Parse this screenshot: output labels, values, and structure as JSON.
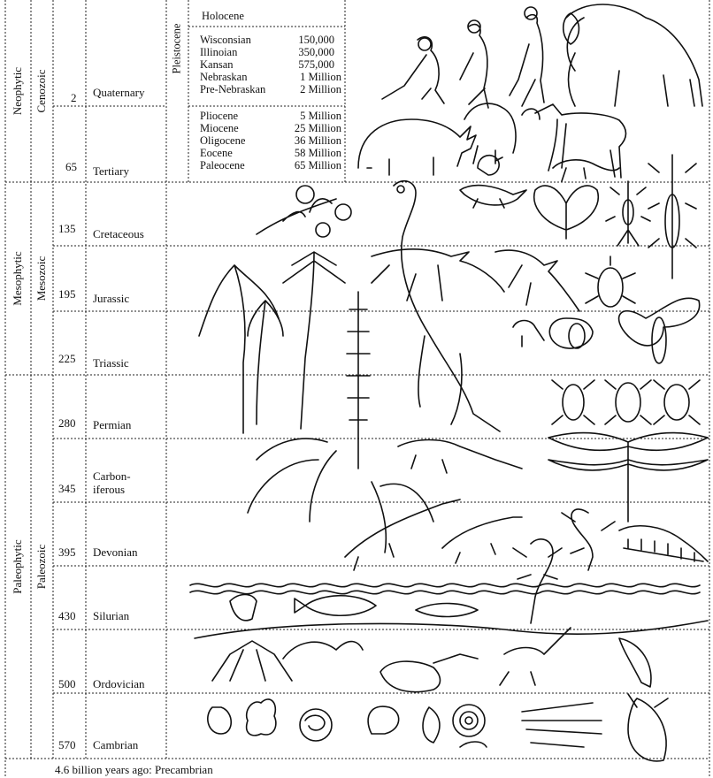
{
  "eons": [
    {
      "name": "Neophytic"
    },
    {
      "name": "Mesophytic"
    },
    {
      "name": "Paleophytic"
    }
  ],
  "eras": [
    {
      "name": "Cenozoic"
    },
    {
      "name": "Mesozoic"
    },
    {
      "name": "Paleozoic"
    }
  ],
  "periods": [
    {
      "mya": "2",
      "name": "Quaternary"
    },
    {
      "mya": "65",
      "name": "Tertiary"
    },
    {
      "mya": "135",
      "name": "Cretaceous"
    },
    {
      "mya": "195",
      "name": "Jurassic"
    },
    {
      "mya": "225",
      "name": "Triassic"
    },
    {
      "mya": "280",
      "name": "Permian"
    },
    {
      "mya": "345",
      "name": "Carbon-\niferous"
    },
    {
      "mya": "395",
      "name": "Devonian"
    },
    {
      "mya": "430",
      "name": "Silurian"
    },
    {
      "mya": "500",
      "name": "Ordovician"
    },
    {
      "mya": "570",
      "name": "Cambrian"
    }
  ],
  "holocene": "Holocene",
  "pleistocene": {
    "label": "Pleistocene",
    "stages": [
      {
        "name": "Wisconsian",
        "age": "150,000"
      },
      {
        "name": "Illinoian",
        "age": "350,000"
      },
      {
        "name": "Kansan",
        "age": "575,000"
      },
      {
        "name": "Nebraskan",
        "age": "1 Million"
      },
      {
        "name": "Pre-Nebraskan",
        "age": "2 Million"
      }
    ]
  },
  "tertiary_epochs": [
    {
      "name": "Pliocene",
      "age": "5 Million"
    },
    {
      "name": "Miocene",
      "age": "25 Million"
    },
    {
      "name": "Oligocene",
      "age": "36 Million"
    },
    {
      "name": "Eocene",
      "age": "58 Million"
    },
    {
      "name": "Paleocene",
      "age": "65 Million"
    }
  ],
  "footer": "4.6 billion years ago: Precambrian"
}
